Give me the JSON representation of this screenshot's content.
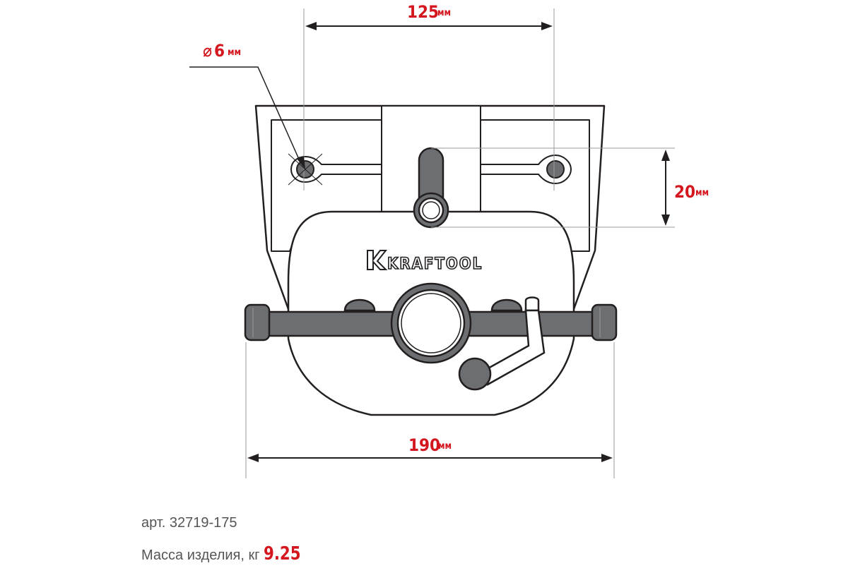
{
  "dimensions": {
    "hole_spacing": {
      "value": "125",
      "unit": "мм"
    },
    "hole_diameter": {
      "prefix": "⌀",
      "value": "6",
      "unit": "мм"
    },
    "slot_length": {
      "value": "20",
      "unit": "мм"
    },
    "overall_width": {
      "value": "190",
      "unit": "мм"
    }
  },
  "brand": {
    "logo_text": "KRAFTOOL"
  },
  "info": {
    "article_label": "арт.",
    "article_value": "32719-175",
    "mass_label": "Масса изделия, кг",
    "mass_value": "9.25"
  },
  "colors": {
    "accent": "#d4161e",
    "outline": "#231f20",
    "metal_fill": "#6d6e71",
    "dimension_line": "#9a9a9a"
  }
}
